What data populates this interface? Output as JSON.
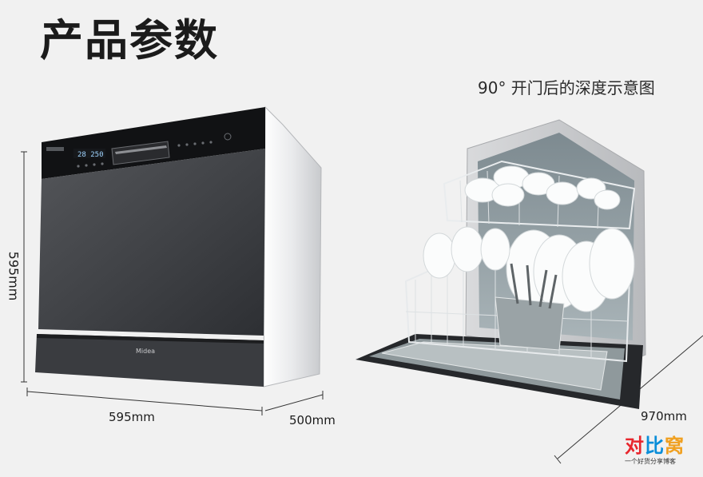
{
  "page": {
    "title": "产品参数"
  },
  "open_view": {
    "caption": "90°  开门后的深度示意图"
  },
  "dimensions": {
    "width": "595mm",
    "depth": "500mm",
    "height": "595mm",
    "open_depth": "970mm"
  },
  "appliance": {
    "brand": "Midea",
    "display_time": "28 250"
  },
  "watermark": {
    "name_part1": "对",
    "name_part2": "比",
    "name_part3": "窝",
    "slogan": "一个好货分享博客"
  }
}
